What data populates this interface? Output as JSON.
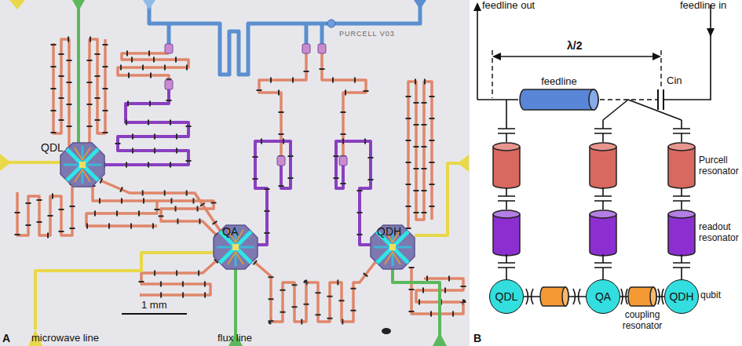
{
  "diagram": {
    "nodes": [
      {
        "text": [
          "feedline"
        ]
      },
      {
        "text": [
          "QDL"
        ]
      },
      {
        "text": [
          "QA"
        ]
      },
      {
        "text": [
          "QDH"
        ]
      }
    ],
    "edges": [
      {
        "from": 1,
        "to": 2,
        "arrow": "none"
      },
      {
        "from": 2,
        "to": 3,
        "arrow": "none"
      }
    ],
    "labels": [
      "PURCELL V03",
      "QDL",
      "QA",
      "QDH",
      "1 mm",
      "microwave line",
      "flux line",
      "A",
      "feedline out",
      "feedline in",
      "λ/2",
      "Cin",
      "Purcell resonator",
      "readout resonator",
      "qubit",
      "coupling resonator",
      "B"
    ]
  }
}
